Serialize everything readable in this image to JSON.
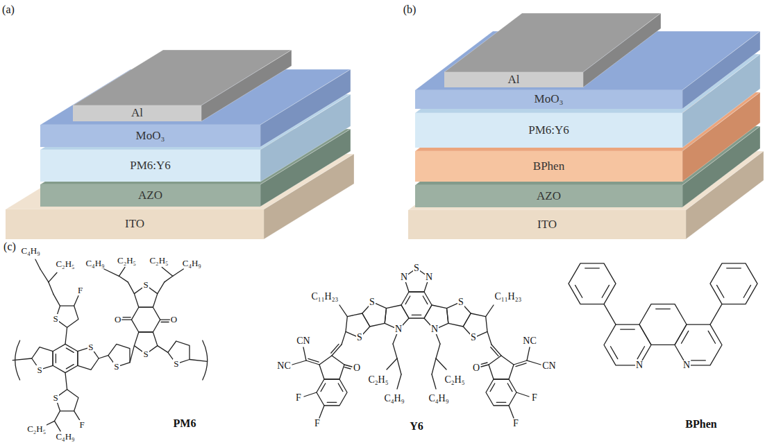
{
  "diagram": {
    "nodes": [
      {
        "text": [
          "Al"
        ]
      },
      {
        "text": [
          "MoO₃"
        ]
      },
      {
        "text": [
          "PM6:Y6"
        ]
      },
      {
        "text": [
          "AZO"
        ]
      },
      {
        "text": [
          "ITO"
        ]
      },
      {
        "text": [
          "Al"
        ]
      },
      {
        "text": [
          "MoO₃"
        ]
      },
      {
        "text": [
          "PM6:Y6"
        ]
      },
      {
        "text": [
          "BPhen"
        ]
      },
      {
        "text": [
          "AZO"
        ]
      },
      {
        "text": [
          "ITO"
        ]
      }
    ],
    "labels": [
      "(a)",
      "(b)",
      "(c)",
      "C₄H₉",
      "C₂H₅",
      "C₄H₉",
      "C₂H₅",
      "C₂H₅",
      "C₄H₉",
      "S",
      "F",
      "S",
      "O",
      "O",
      "S",
      "S",
      "S",
      "S",
      "S",
      "S",
      "F",
      "C₂H₅",
      "C₄H₉",
      "PM6",
      "S",
      "N",
      "N",
      "C₁₁H₂₃",
      "S",
      "S",
      "C₁₁H₂₃",
      "N",
      "N",
      "S",
      "S",
      "CN",
      "NC",
      "NC",
      "CN",
      "O",
      "O",
      "C₂H₅",
      "C₂H₅",
      "F",
      "F",
      "C₄H₉",
      "C₄H₉",
      "F",
      "F",
      "Y6",
      "N",
      "N",
      "BPhen"
    ]
  }
}
